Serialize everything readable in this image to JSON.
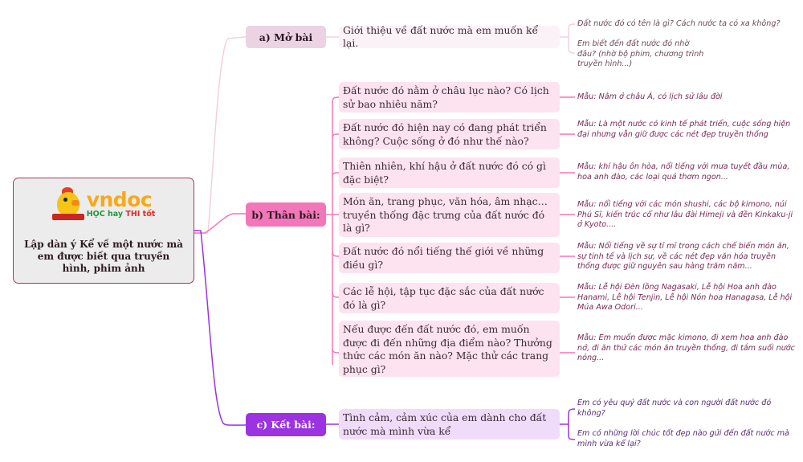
{
  "root": {
    "logo": {
      "brand": "vndoc",
      "slogan_part1": "HỌC hay",
      "slogan_part2": "THI tốt"
    },
    "title": "Lập dàn ý Kể về một nước mà em được biết qua truyền hình, phim ảnh"
  },
  "colors": {
    "root_border": "#a23a5f",
    "section_a": "#ebd3e3",
    "section_b": "#f277b9",
    "section_c": "#9b33e0",
    "line_a": "#f2cfe0",
    "line_b": "#f277b9",
    "line_c": "#9b33e0"
  },
  "sections": {
    "a": {
      "label": "a) Mở bài",
      "content": "Giới thiệu về đất nước mà em muốn kể lại.",
      "notes": [
        "Đất nước đó có tên là gì? Cách nước ta có xa không?",
        "Em biết đến đất nước đó nhờ đâu? (nhờ bộ phim, chương trình truyền hình...)"
      ]
    },
    "b": {
      "label": "b) Thân bài:",
      "items": [
        {
          "question": "Đất nước đó nằm ở châu lục nào? Có lịch sử bao nhiêu năm?",
          "sample": "Mẫu: Nằm ở châu Á, có lịch sử lâu đời"
        },
        {
          "question": "Đất nước đó hiện nay có đang phát triển không? Cuộc sống ở đó như thế nào?",
          "sample": "Mẫu: Là một nước có kinh tế phát triển, cuộc sống hiện đại nhưng vẫn giữ được các nét đẹp truyền thống"
        },
        {
          "question": "Thiên nhiên, khí hậu ở đất nước đó có gì đặc biệt?",
          "sample": "Mẫu: khí hậu ôn hòa, nổi tiếng với mưa tuyết đầu mùa, hoa anh đào, các loại quả thơm ngon..."
        },
        {
          "question": "Món ăn, trang phục, văn hóa, âm nhạc… truyền thống đặc trưng của đất nước đó là gì?",
          "sample": "Mẫu: nổi tiếng với các món shushi, các bộ kimono, núi Phú Sĩ, kiến trúc cổ như lâu đài Himeji và đền Kinkaku-ji ở Kyoto...."
        },
        {
          "question": "Đất nước đó nổi tiếng thế giới về những điều gì?",
          "sample": "Mẫu: Nổi tiếng về sự tỉ mỉ trong cách chế biến món ăn, sự tinh tế và lịch sự, về các nét đẹp văn hóa truyền thống được giữ nguyên sau hàng trăm năm..."
        },
        {
          "question": "Các lễ hội, tập tục đặc sắc của đất nước đó là gì?",
          "sample": "Mẫu: Lễ hội Đèn lồng Nagasaki, Lễ hội Hoa anh đào Hanami, Lễ hội Tenjin, Lễ hội Nón hoa Hanagasa, Lễ hội Múa Awa Odori..."
        },
        {
          "question": "Nếu được đến đất nước đó, em muốn được đi đến những địa điểm nào? Thưởng thức các món ăn nào? Mặc thử các trang phục gì?",
          "sample": "Mẫu: Em muốn được mặc kimono, đi xem hoa anh đào nở, đi ăn thử các món ăn truyền thống, đi tắm suối nước nóng..."
        }
      ]
    },
    "c": {
      "label": "c) Kết bài:",
      "content": "Tình cảm, cảm xúc của em dành cho đất nước mà mình vừa kể",
      "notes": [
        "Em có yêu quý đất nước và con người đất nước đó không?",
        "Em có những lời chúc tốt đẹp nào gửi đến đất nước mà mình vừa kể lại?"
      ]
    }
  }
}
